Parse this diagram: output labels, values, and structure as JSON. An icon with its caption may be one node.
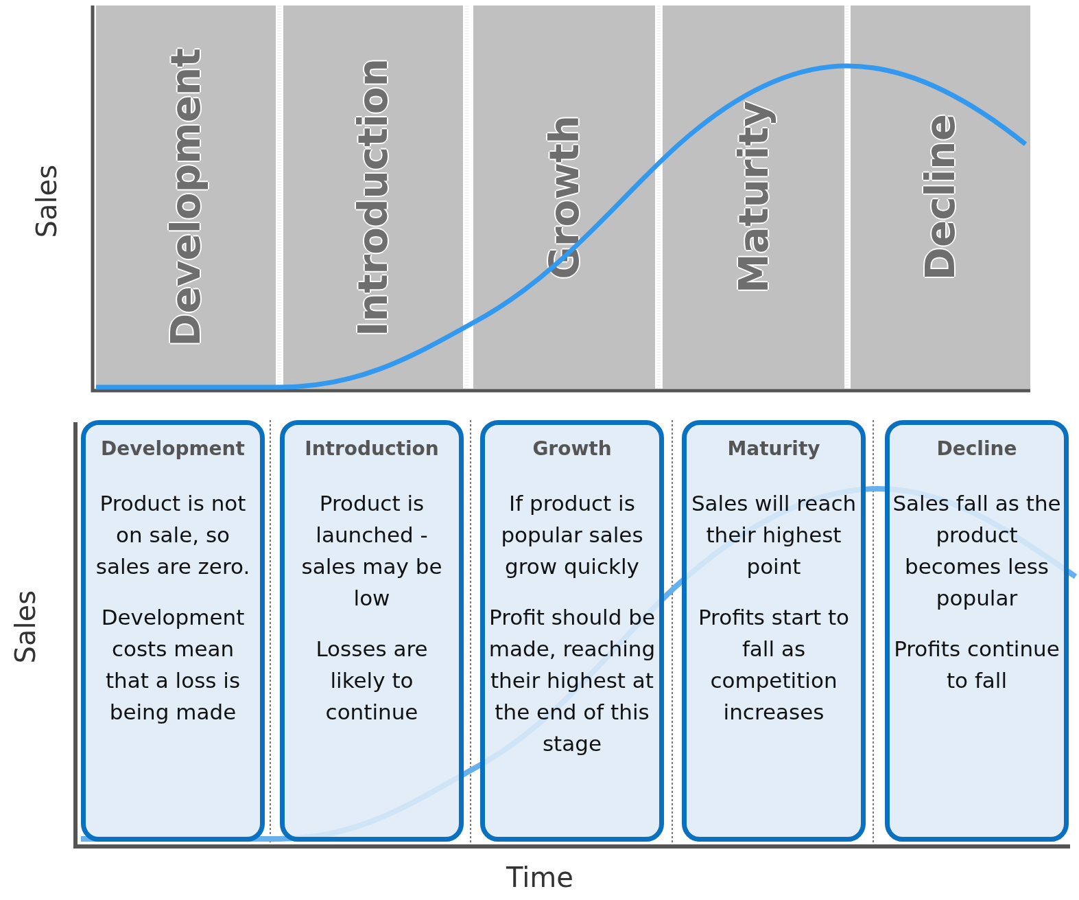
{
  "diagram": {
    "nodes": [
      {
        "text": [
          "Development"
        ]
      },
      {
        "text": [
          "Introduction"
        ]
      },
      {
        "text": [
          "Growth"
        ]
      },
      {
        "text": [
          "Maturity"
        ]
      },
      {
        "text": [
          "Decline"
        ]
      },
      {
        "text": [
          "Development",
          "Product is not on sale, so sales are zero.",
          "Development costs mean that a loss is being made"
        ]
      },
      {
        "text": [
          "Introduction",
          "Product is launched - sales may be low",
          "Losses are likely to continue"
        ]
      },
      {
        "text": [
          "Growth",
          "If product is popular sales grow quickly",
          "Profit should be made, reaching their highest at the end of this stage"
        ]
      },
      {
        "text": [
          "Maturity",
          "Sales will reach their highest point",
          "Profits start to fall as competition increases"
        ]
      },
      {
        "text": [
          "Decline",
          "Sales fall as the product becomes less popular",
          "Profits continue to fall"
        ]
      }
    ],
    "labels": [
      "Sales",
      "Sales",
      "Time"
    ]
  }
}
